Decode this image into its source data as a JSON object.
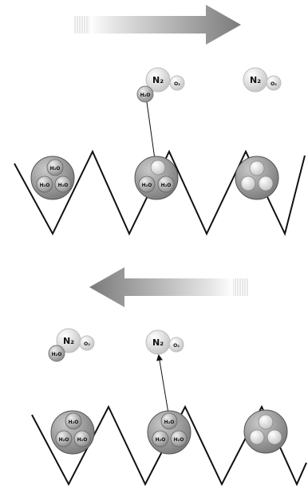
{
  "panels": [
    {
      "direction": "right",
      "sites": [
        {
          "label": "",
          "particles": [
            "H₂O",
            "H₂O",
            "H₂O"
          ]
        },
        {
          "label": "",
          "particles": [
            "",
            "H₂O",
            "H₂O"
          ]
        },
        {
          "label": "",
          "particles": [
            "",
            "",
            ""
          ]
        }
      ],
      "gas_molecules": [
        {
          "big": "N₂",
          "small": "O₂",
          "attached": "H₂O"
        },
        {
          "big": "N₂",
          "small": "O₂",
          "attached": ""
        }
      ]
    },
    {
      "direction": "left",
      "sites": [
        {
          "label": "",
          "particles": [
            "H₂O",
            "H₂O",
            "H₂O"
          ]
        },
        {
          "label": "",
          "particles": [
            "H₂O",
            "H₂O",
            "H₂O"
          ]
        },
        {
          "label": "",
          "particles": [
            "",
            "",
            ""
          ]
        }
      ],
      "gas_molecules": [
        {
          "big": "N₂",
          "small": "O₂",
          "attached": "H₂O"
        },
        {
          "big": "N₂",
          "small": "O₂",
          "attached": ""
        }
      ]
    }
  ],
  "colors": {
    "arrow_dark": "#7a7a7a",
    "arrow_light": "#e6e6e6",
    "bead_outer": "#8c8c8c",
    "particle": "#a8a8a8",
    "gas": "#e4e4e4",
    "line": "#111111"
  }
}
